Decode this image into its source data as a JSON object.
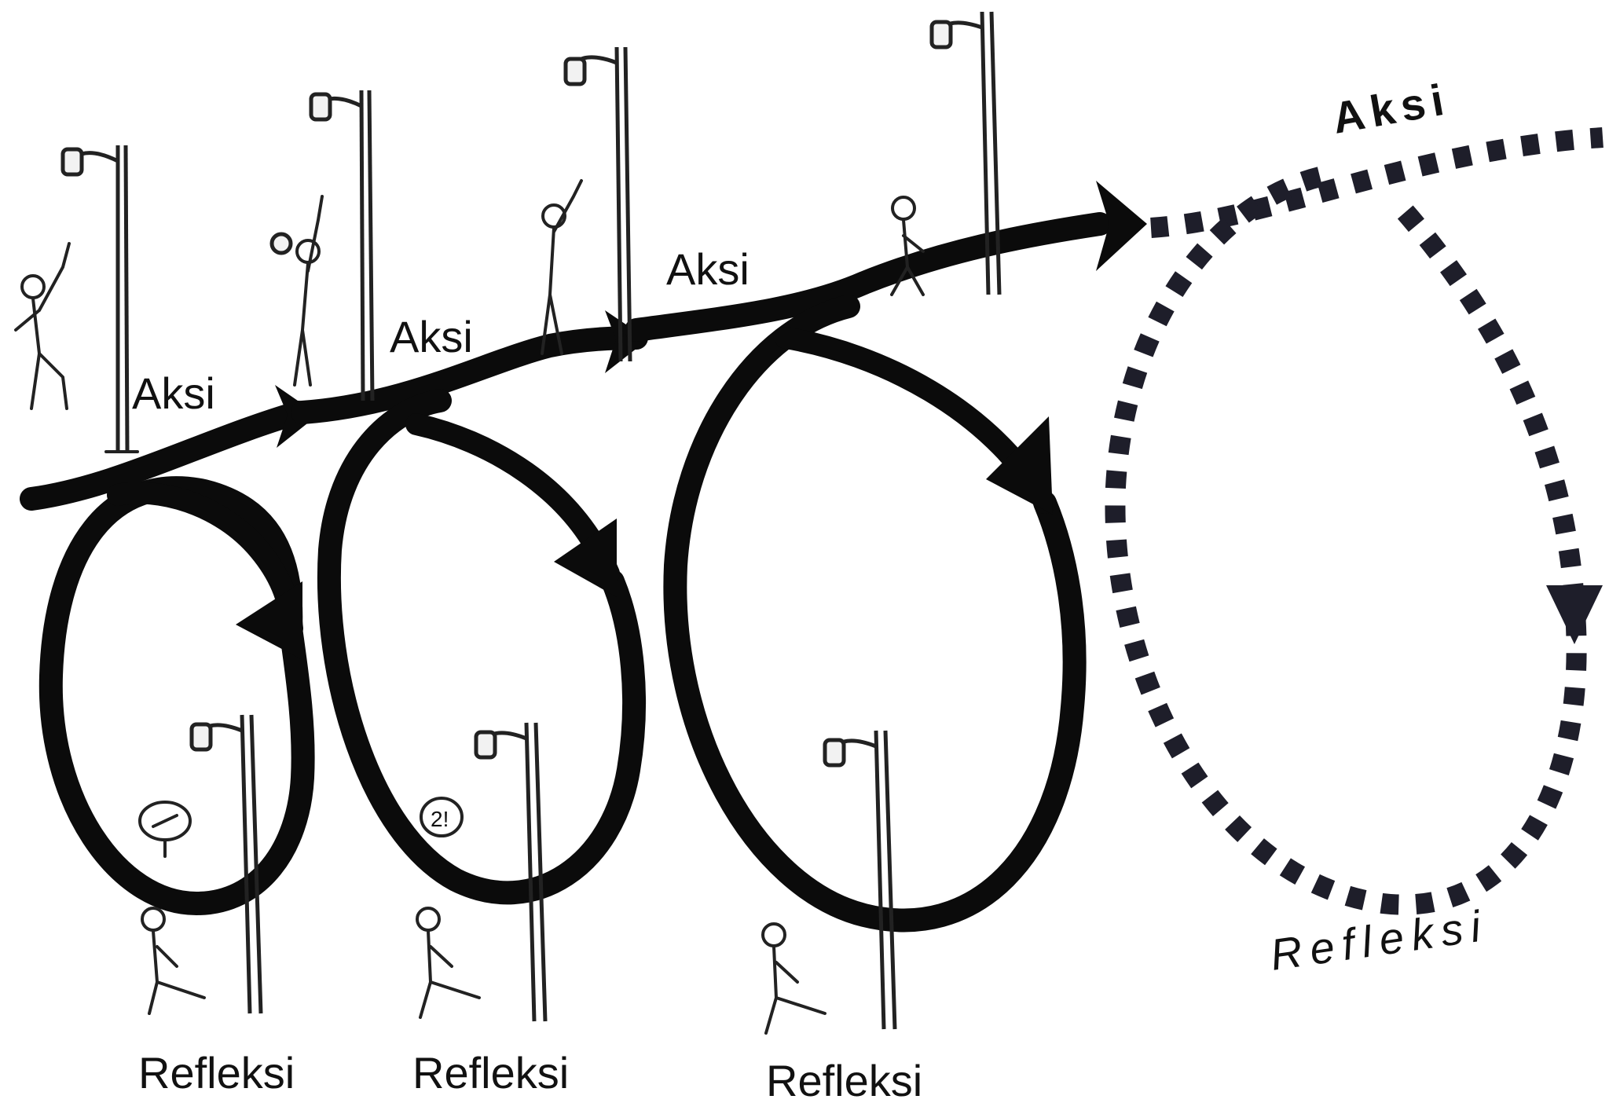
{
  "diagram": {
    "cycle_1": {
      "action_label": "Aksi",
      "reflection_label": "Refleksi"
    },
    "cycle_2": {
      "action_label": "Aksi",
      "reflection_label": "Refleksi"
    },
    "cycle_3": {
      "action_label": "Aksi",
      "reflection_label": "Refleksi"
    },
    "cycle_next": {
      "action_label": "Aksi",
      "reflection_label": "Refleksi"
    },
    "line_color": "#0b0b0b",
    "dashed_color": "#1e1e2a",
    "thought_bubble_2_text": "2!"
  }
}
